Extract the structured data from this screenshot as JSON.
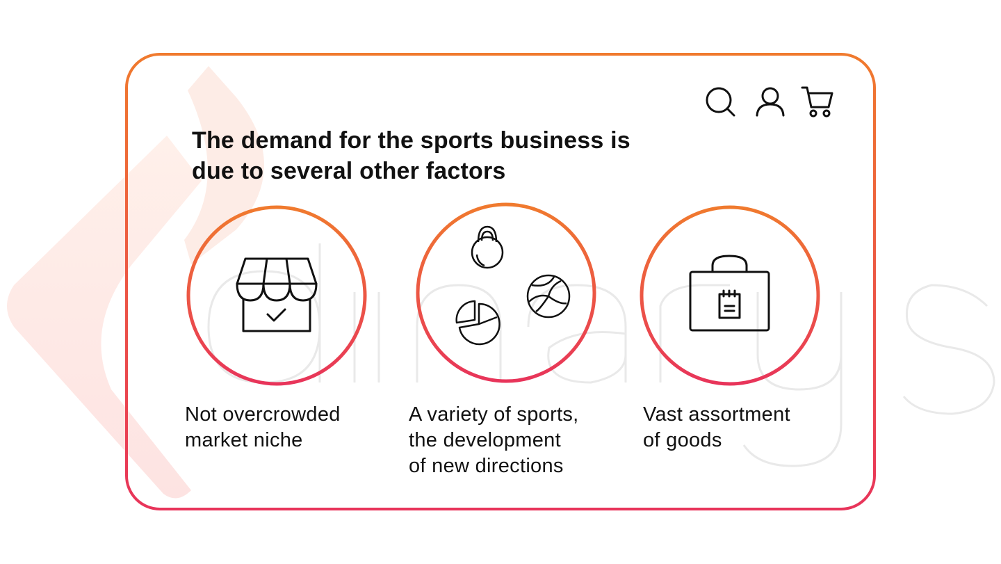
{
  "heading": {
    "line1": "The demand for the sports business is",
    "line2": "due to several other factors"
  },
  "header_icons": [
    "search-icon",
    "user-icon",
    "cart-icon"
  ],
  "factors": [
    {
      "icon": "storefront-icon",
      "lines": [
        "Not overcrowded",
        "market niche"
      ]
    },
    {
      "icon": "sports-equipment-icon",
      "lines": [
        "A variety of sports,",
        "the development",
        "of new directions"
      ]
    },
    {
      "icon": "shopping-bag-icon",
      "lines": [
        "Vast assortment",
        "of goods"
      ]
    }
  ],
  "colors": {
    "gradient_top": "#f07a2e",
    "gradient_bottom": "#e8345a",
    "text": "#111111",
    "watermark": "#fde7e0"
  }
}
